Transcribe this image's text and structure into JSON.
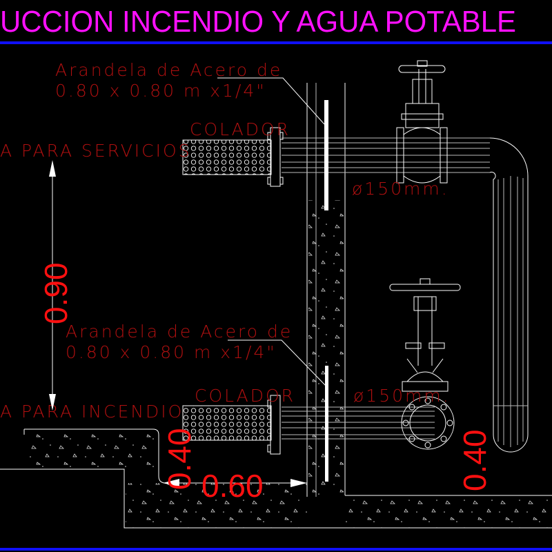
{
  "title": "UCCION  INCENDIO Y AGUA POTABLE",
  "colors": {
    "title": "#ff10ff",
    "border": "#1010ff",
    "notes": "#b01010",
    "dimensions": "#ff1010",
    "lines": "#ffffff"
  },
  "notes": {
    "washer_top_line1": "Arandela de Acero de",
    "washer_top_line2": "0.80 x 0.80 m x1/4\"",
    "strainer_top": "COLADOR",
    "service_line": "A PARA SERVICIOS",
    "pipe_diameter_top": "ø150mm.",
    "washer_bottom_line1": "Arandela de Acero de",
    "washer_bottom_line2": "0.80 x 0.80 m x1/4\"",
    "strainer_bottom": "COLADOR",
    "fire_line": "A PARA INCENDIO",
    "pipe_diameter_bottom": "ø150mm."
  },
  "dimensions": {
    "vertical_spacing": "0.90",
    "left_height": "0.40",
    "bottom_width": "0.60",
    "right_height": "0.40"
  }
}
